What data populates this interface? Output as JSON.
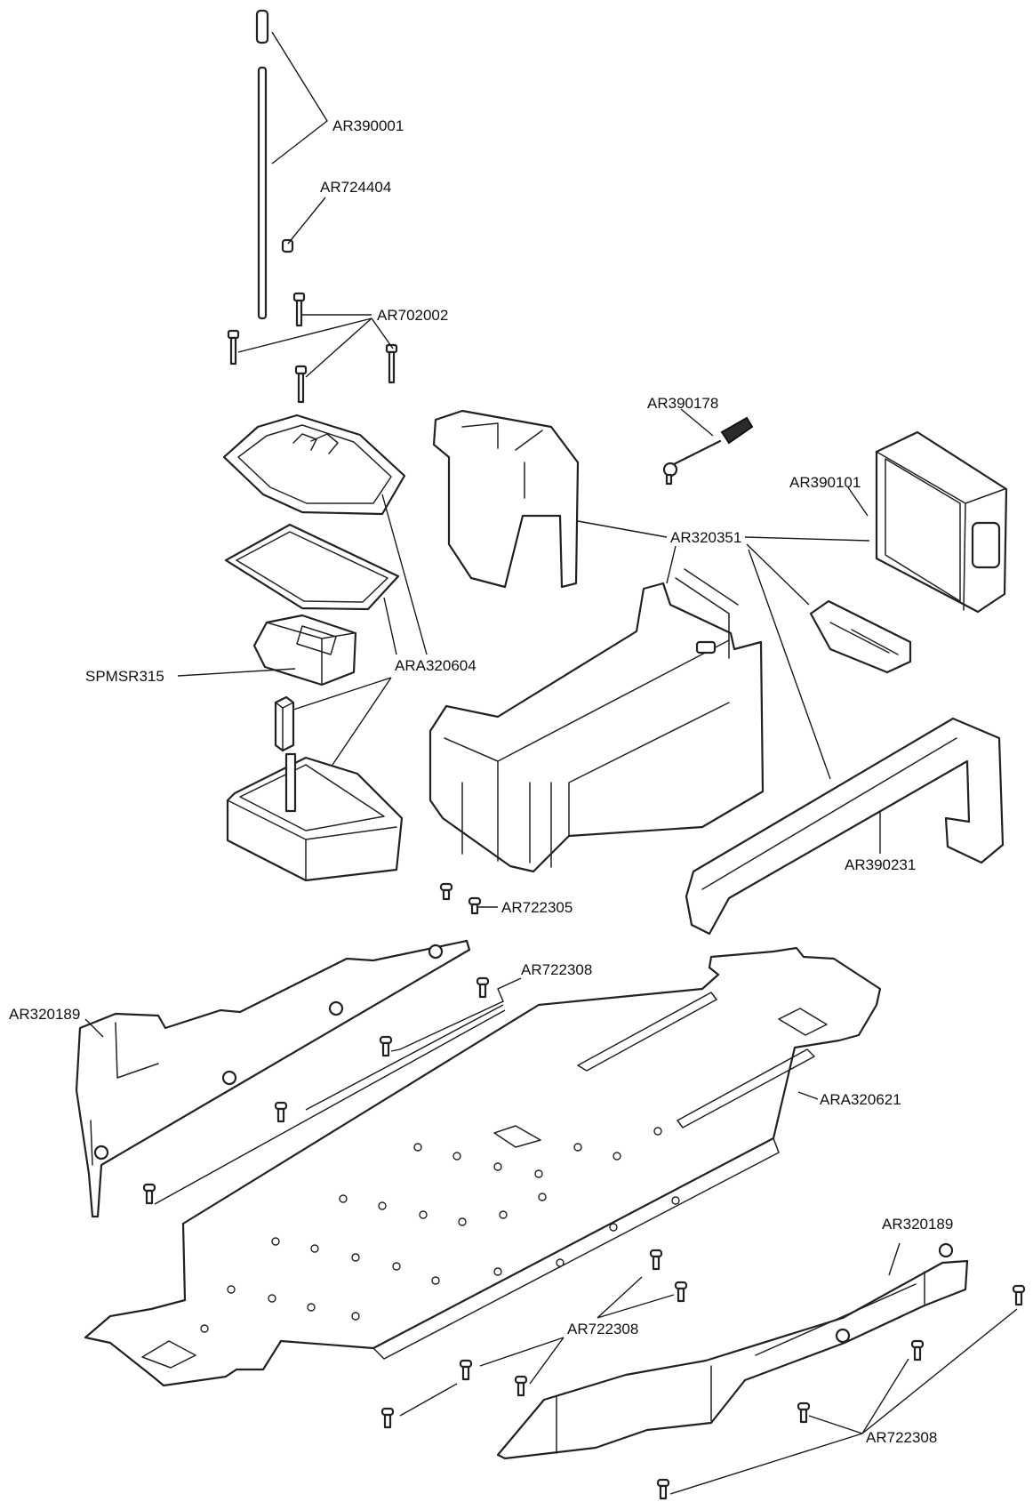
{
  "labels": {
    "ar390001": "AR390001",
    "ar724404": "AR724404",
    "ar702002": "AR702002",
    "ar390178": "AR390178",
    "ar390101": "AR390101",
    "ar320351": "AR320351",
    "spmsr315": "SPMSR315",
    "ara320604": "ARA320604",
    "ar390231": "AR390231",
    "ar722305": "AR722305",
    "ar722308_top": "AR722308",
    "ar320189_left": "AR320189",
    "ara320621": "ARA320621",
    "ar320189_right": "AR320189",
    "ar722308_mid": "AR722308",
    "ar722308_bottom": "AR722308"
  }
}
